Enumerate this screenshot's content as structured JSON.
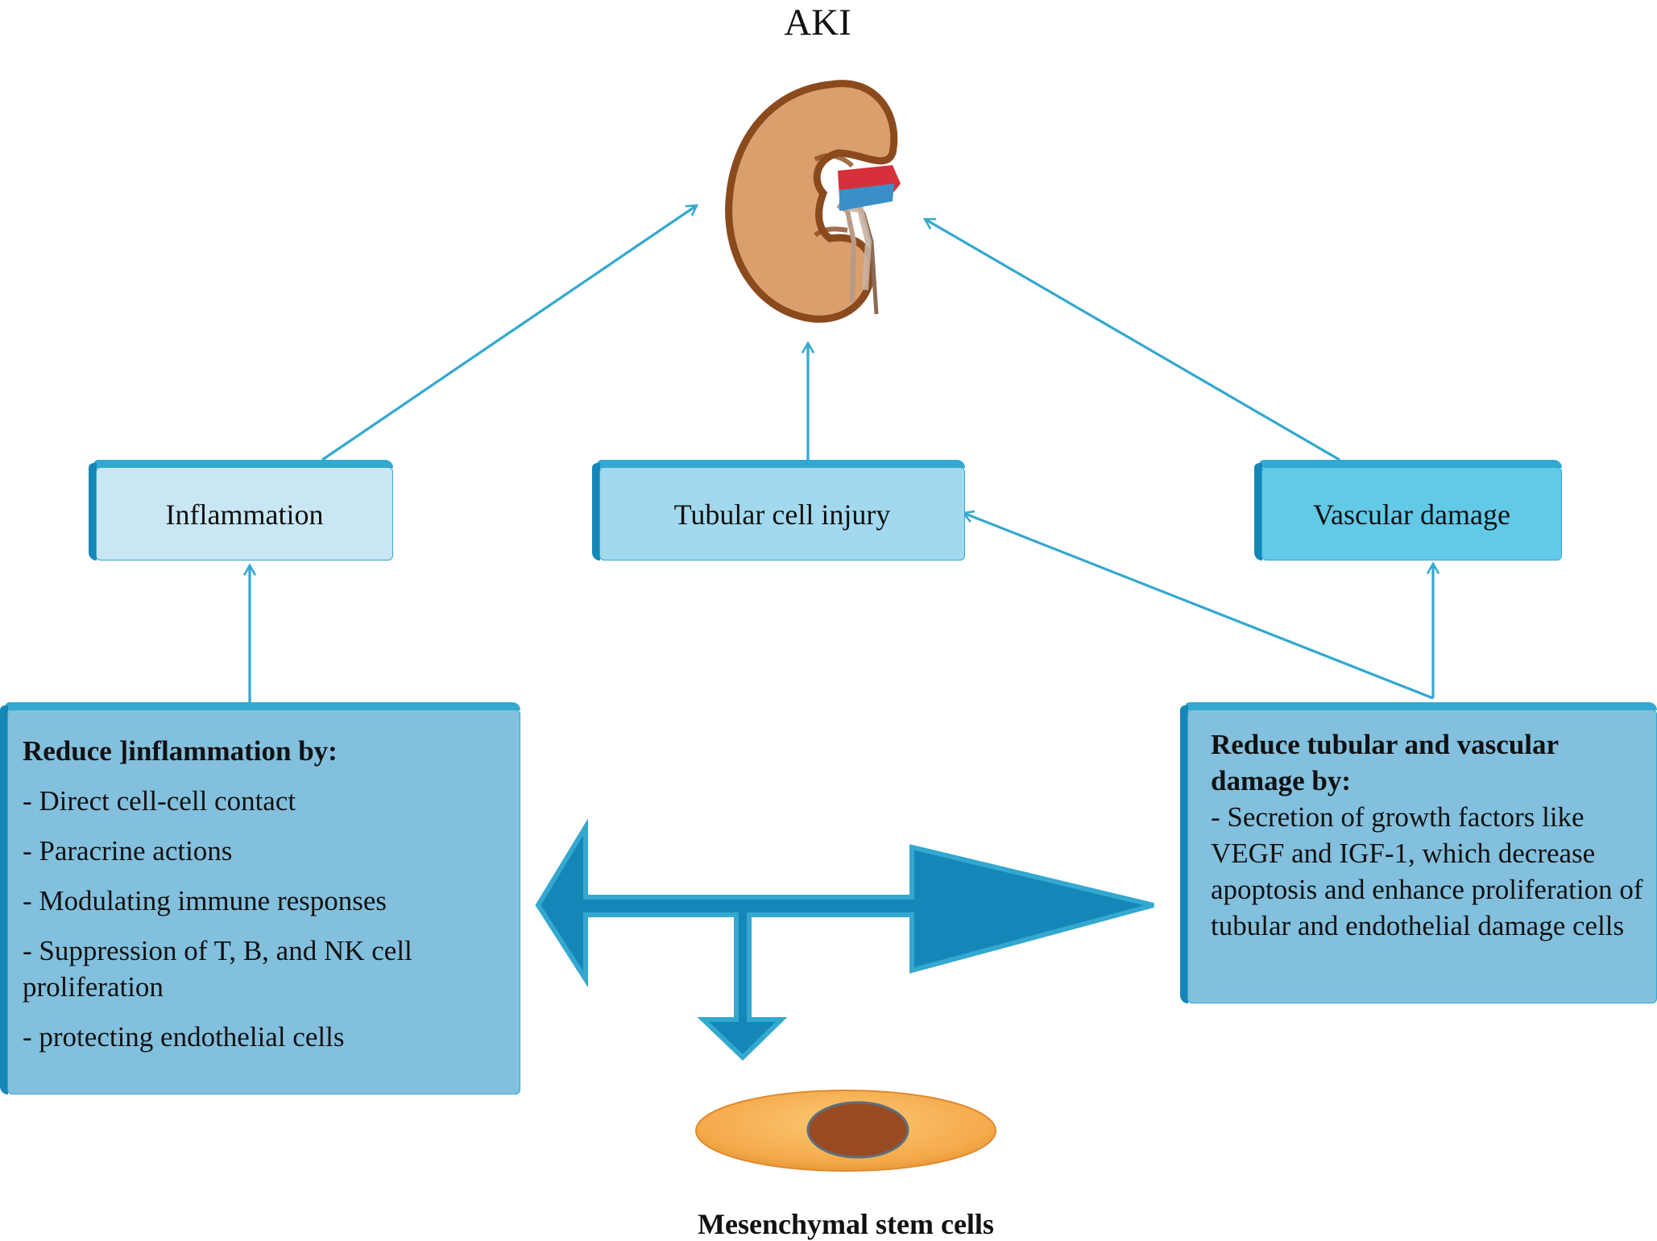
{
  "diagram": {
    "title": "AKI",
    "kidney_icon": "kidney-icon",
    "colors": {
      "arrow": "#33A8D0",
      "arrow_dark": "#1487B8",
      "inflammation_fill": "#C9E6F4",
      "tubular_fill": "#A2D9EE",
      "vascular_fill": "#62C9E7",
      "action_fill": "#82C0DE",
      "kidney_body": "#D9A06E",
      "kidney_outline": "#8B4A1E",
      "artery": "#D8303A",
      "vein": "#3A8FC8",
      "cell_body": "#F7B45A",
      "cell_nucleus": "#9A4A22"
    },
    "effects": [
      {
        "id": "inflammation",
        "label": "Inflammation"
      },
      {
        "id": "tubular",
        "label": "Tubular cell injury"
      },
      {
        "id": "vascular",
        "label": "Vascular damage"
      }
    ],
    "left_action": {
      "heading": "Reduce ]inflammation by:",
      "items": [
        "-  Direct cell-cell contact",
        "-  Paracrine actions",
        "-  Modulating immune responses",
        "-  Suppression of T, B, and NK cell proliferation",
        "-  protecting endothelial cells"
      ]
    },
    "right_action": {
      "heading": "Reduce tubular and vascular damage by:",
      "items": [
        "-  Secretion of growth factors like VEGF and IGF-1, which decrease apoptosis and enhance proliferation of tubular and endothelial damage cells"
      ]
    },
    "source": {
      "label": "Mesenchymal stem cells",
      "icon": "stem-cell-icon"
    },
    "connections": [
      {
        "from": "inflammation",
        "to": "AKI"
      },
      {
        "from": "tubular",
        "to": "AKI"
      },
      {
        "from": "vascular",
        "to": "AKI"
      },
      {
        "from": "left_action",
        "to": "inflammation"
      },
      {
        "from": "right_action",
        "to": "tubular"
      },
      {
        "from": "right_action",
        "to": "vascular"
      },
      {
        "from": "source",
        "to": [
          "left_action",
          "right_action",
          "source"
        ],
        "type": "tri-arrow"
      }
    ]
  }
}
